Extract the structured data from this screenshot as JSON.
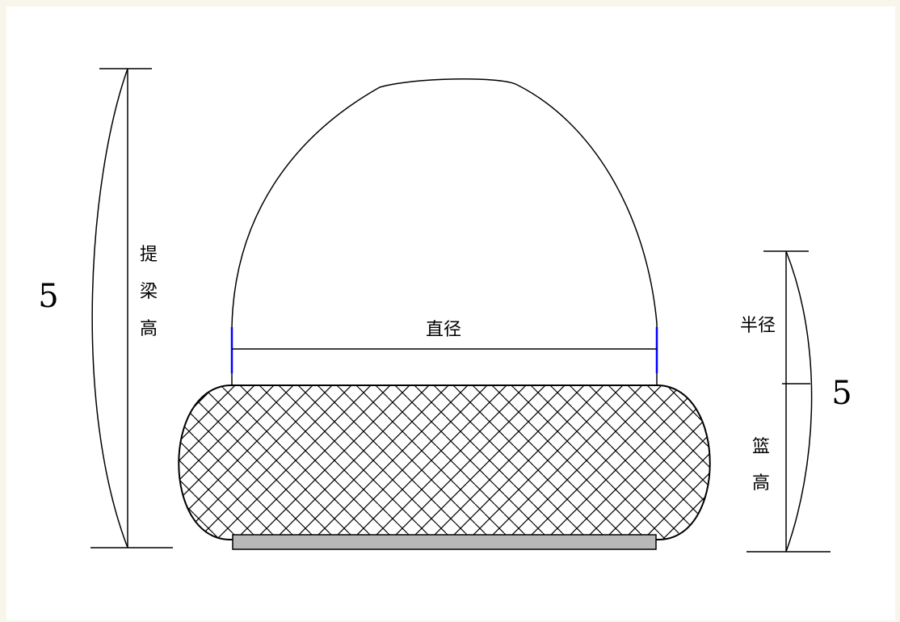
{
  "labels": {
    "left_height_value": "5",
    "left_height_chars": [
      "提",
      "梁",
      "高"
    ],
    "diameter": "直径",
    "radius": "半径",
    "right_value": "5",
    "right_height_chars": [
      "篮",
      "高"
    ]
  },
  "colors": {
    "background": "#f8f6ea",
    "canvas": "#ffffff",
    "line": "#000000",
    "accent_blue": "#0000ff",
    "base_plate": "#b8b8b8"
  }
}
